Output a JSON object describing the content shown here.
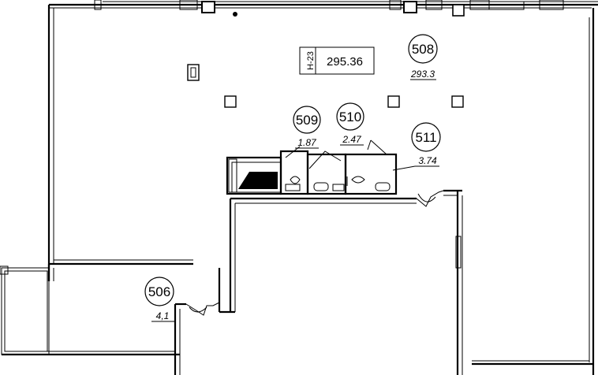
{
  "plan": {
    "label_tag": {
      "code": "Н-23",
      "value": "295.36"
    },
    "rooms": [
      {
        "number": "508",
        "area": "293.3"
      },
      {
        "number": "509",
        "area": "1.87"
      },
      {
        "number": "510",
        "area": "2.47"
      },
      {
        "number": "511",
        "area": "3.74"
      },
      {
        "number": "506",
        "area": "4,1"
      }
    ]
  }
}
